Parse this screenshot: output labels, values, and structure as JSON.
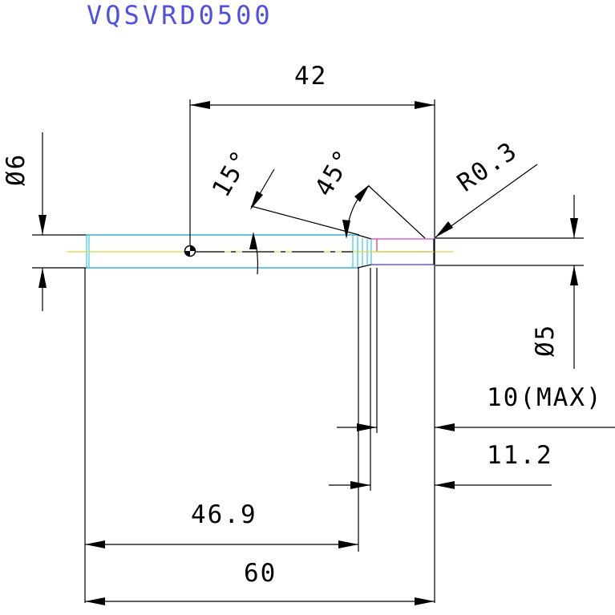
{
  "drawing": {
    "part_number": "VQSVRD0500",
    "colors": {
      "title": "#4f4fe6",
      "outline": "#000000",
      "body": "#38c7e8",
      "centerline": "#d8d84a",
      "tip_red": "#e23a3a",
      "tip_magenta": "#cc44cc",
      "tip_blue": "#3a3ae0"
    },
    "dimensions": {
      "shank_diameter": "Ø6",
      "tip_diameter": "Ø5",
      "length_to_gauge": "42",
      "angle_15": "15°",
      "angle_45": "45°",
      "corner_radius": "R0.3",
      "flute_length_max": "10(MAX)",
      "neck_length": "11.2",
      "body_length": "46.9",
      "overall_length": "60"
    }
  }
}
